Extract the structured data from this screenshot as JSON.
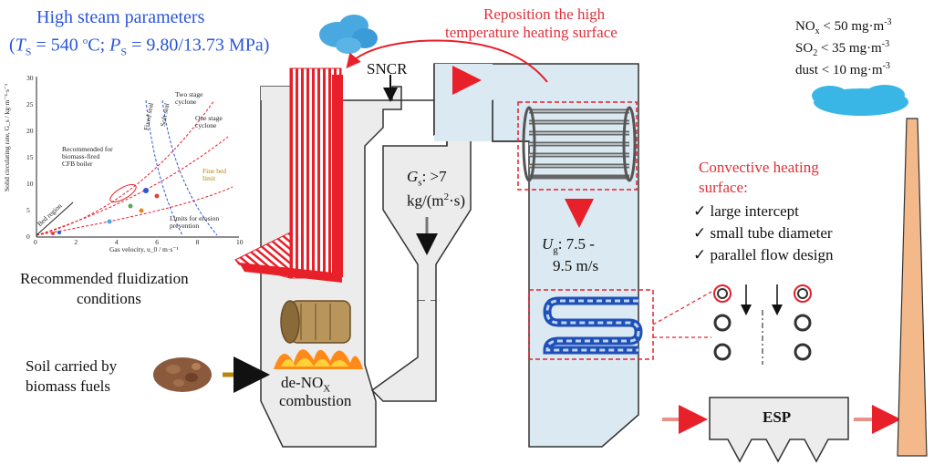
{
  "title": {
    "line1": "High steam parameters",
    "line2_pre": "(",
    "ts_sym": "T",
    "ts_sub": "S",
    "ts_val": " = 540 ",
    "deg": "o",
    "ts_unit": "C; ",
    "ps_sym": "P",
    "ps_sub": "S",
    "ps_val": " = 9.80/13.73 MPa)"
  },
  "inset": {
    "ylabel": "Solid circulating rate, G_s / kg·m⁻²·s⁻¹",
    "xlabel": "Gas velocity, u_0 / m·s⁻¹",
    "yticks": [
      "0",
      "5",
      "10",
      "15",
      "20",
      "25",
      "30"
    ],
    "xticks": [
      "0",
      "2",
      "4",
      "6",
      "8",
      "10"
    ],
    "labels": {
      "recommended": "Recommended for\nbiomass-fired\nCFB boiler",
      "bed_region": "Bed region",
      "two_stage": "Two stage\ncyclone",
      "one_stage": "One stage\ncyclone",
      "fixed_seal": "Fixed seal",
      "soft_seal": "Soft seal",
      "fine_bed": "Fine bed\nlimit",
      "limits_erosion": "Limits for erosion\nprevention"
    }
  },
  "recommended_caption": [
    "Recommended fluidization",
    "conditions"
  ],
  "sncr": "SNCR",
  "reposition": [
    "Reposition the high",
    "temperature heating surface"
  ],
  "gs": {
    "sym": "G",
    "sub": "s",
    "line1": ": >7",
    "line2_a": "kg/(m",
    "sup": "2",
    "line2_b": "·s)"
  },
  "ug": {
    "sym": "U",
    "sub": "g",
    "line1": ": 7.5 -",
    "line2": "9.5 m/s"
  },
  "convective": {
    "title": [
      "Convective heating",
      "surface:"
    ],
    "items": [
      "large intercept",
      "small tube diameter",
      "parallel flow design"
    ],
    "check": "✓"
  },
  "emissions": [
    {
      "pre": "NO",
      "sub": "x",
      "rest": " < 50 mg·m",
      "sup": "-3"
    },
    {
      "pre": "SO",
      "sub": "2",
      "rest": " < 35 mg·m",
      "sup": "-3"
    },
    {
      "pre": "dust",
      "sub": "",
      "rest": " < 10 mg·m",
      "sup": "-3"
    }
  ],
  "soil": [
    "Soil carried by",
    "biomass fuels"
  ],
  "denox": {
    "pre": "de-NO",
    "sub": "X",
    "line2": "combustion"
  },
  "esp": "ESP",
  "colors": {
    "red": "#e8202a",
    "light_blue": "#dbe9f2",
    "gray_fill": "#ececec",
    "accent_blue": "#2a55d8",
    "chimney": "#f3b98a",
    "arrow_pink": "#e8908a",
    "gold": "#b8860b"
  }
}
